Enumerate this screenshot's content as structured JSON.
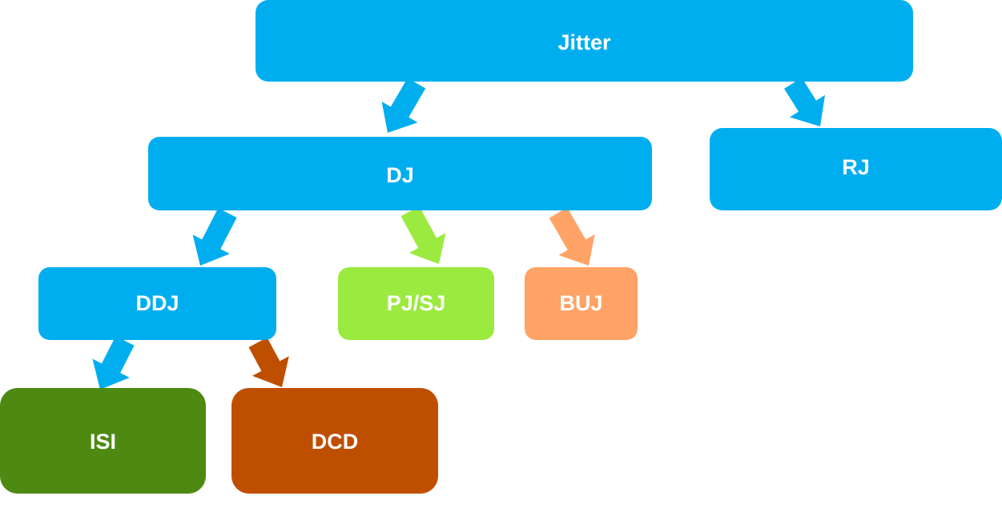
{
  "diagram": {
    "type": "hierarchy",
    "nodes": [
      {
        "id": "jitter",
        "label": "Jitter",
        "color": "#00AEEF",
        "parent": null
      },
      {
        "id": "dj",
        "label": "DJ",
        "color": "#00AEEF",
        "parent": "jitter"
      },
      {
        "id": "rj",
        "label": "RJ",
        "color": "#00AEEF",
        "parent": "jitter"
      },
      {
        "id": "ddj",
        "label": "DDJ",
        "color": "#00AEEF",
        "parent": "dj"
      },
      {
        "id": "pjsj",
        "label": "PJ/SJ",
        "color": "#9BEA40",
        "parent": "dj"
      },
      {
        "id": "buj",
        "label": "BUJ",
        "color": "#FFA366",
        "parent": "dj"
      },
      {
        "id": "isi",
        "label": "ISI",
        "color": "#4E8A12",
        "parent": "ddj"
      },
      {
        "id": "dcd",
        "label": "DCD",
        "color": "#BF4F00",
        "parent": "ddj"
      }
    ],
    "edges": [
      {
        "from": "jitter",
        "to": "dj",
        "color": "#00AEEF"
      },
      {
        "from": "jitter",
        "to": "rj",
        "color": "#00AEEF"
      },
      {
        "from": "dj",
        "to": "ddj",
        "color": "#00AEEF"
      },
      {
        "from": "dj",
        "to": "pjsj",
        "color": "#9BEA40"
      },
      {
        "from": "dj",
        "to": "buj",
        "color": "#FFA366"
      },
      {
        "from": "ddj",
        "to": "isi",
        "color": "#00AEEF"
      },
      {
        "from": "ddj",
        "to": "dcd",
        "color": "#BF4F00"
      }
    ]
  }
}
